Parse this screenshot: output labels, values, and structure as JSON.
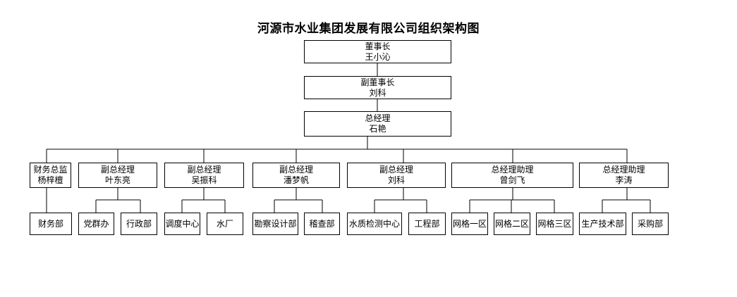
{
  "title": "河源市水业集团发展有限公司组织架构图",
  "chairman": {
    "role": "董事长",
    "name": "王小沁"
  },
  "vice_chairman": {
    "role": "副董事长",
    "name": "刘科"
  },
  "general_manager": {
    "role": "总经理",
    "name": "石艳"
  },
  "executives": [
    {
      "role": "财务总监",
      "name": "杨梓檀",
      "departments": [
        "财务部"
      ]
    },
    {
      "role": "副总经理",
      "name": "叶东亮",
      "departments": [
        "党群办",
        "行政部"
      ]
    },
    {
      "role": "副总经理",
      "name": "吴振科",
      "departments": [
        "调度中心",
        "水厂"
      ]
    },
    {
      "role": "副总经理",
      "name": "潘梦帆",
      "departments": [
        "勘察设计部",
        "稽查部"
      ]
    },
    {
      "role": "副总经理",
      "name": "刘科",
      "departments": [
        "水质检测中心",
        "工程部"
      ]
    },
    {
      "role": "总经理助理",
      "name": "曾剑飞",
      "departments": [
        "网格一区",
        "网格二区",
        "网格三区"
      ]
    },
    {
      "role": "总经理助理",
      "name": "李涛",
      "departments": [
        "生产技术部",
        "采购部"
      ]
    }
  ]
}
